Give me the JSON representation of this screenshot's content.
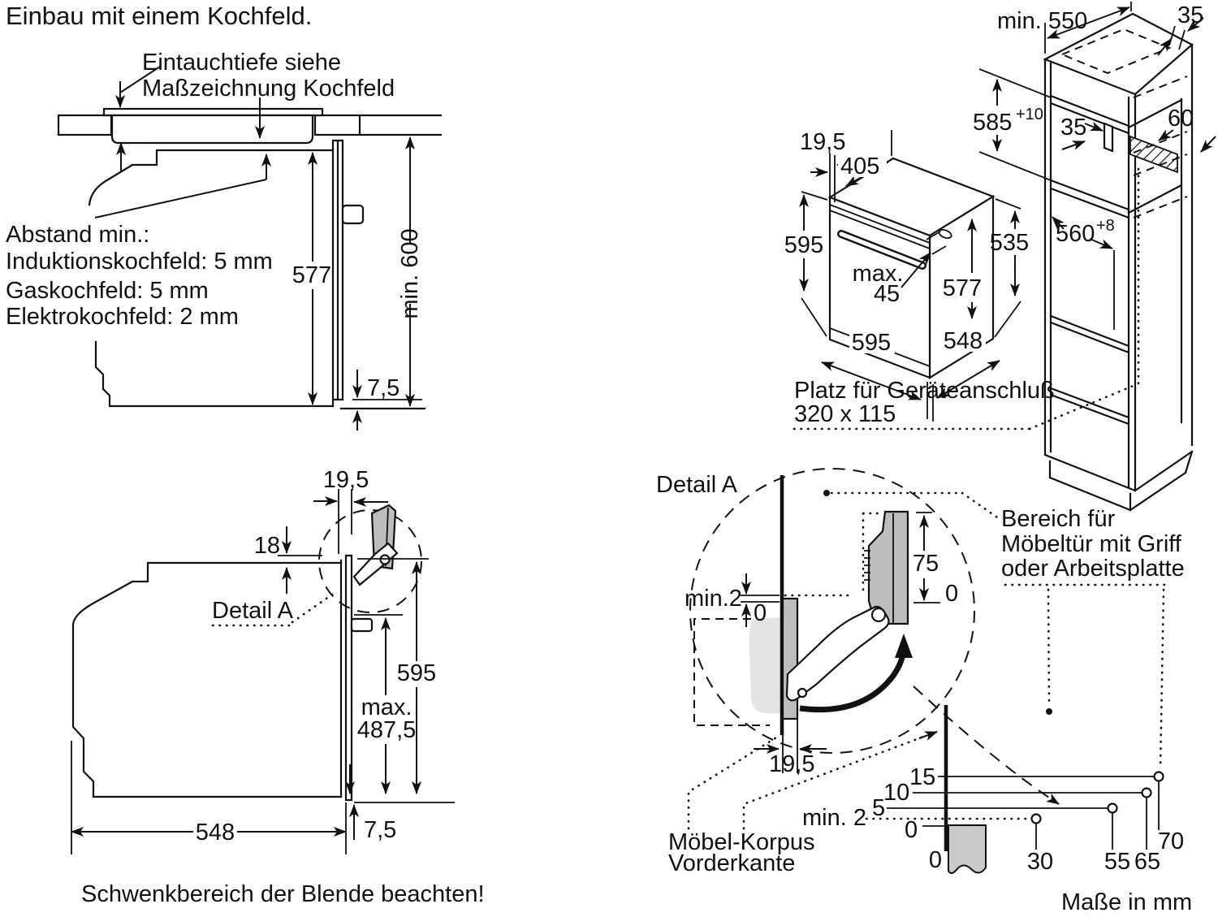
{
  "title": "Einbau mit einem Kochfeld.",
  "hob_section": {
    "note_line1": "Eintauchtiefe siehe",
    "note_line2": "Maßzeichnung Kochfeld",
    "clearance_title": "Abstand min.:",
    "clearance_induction": "Induktionskochfeld: 5 mm",
    "clearance_gas": "Gaskochfeld: 5 mm",
    "clearance_electric": "Elektrokochfeld: 2 mm",
    "dim_height": "577",
    "dim_min_total": "min. 600",
    "dim_gap": "7,5"
  },
  "niche_iso": {
    "dim_depth_min": "min. 550",
    "dim_wall_top": "35",
    "dim_niche_height": "585",
    "dim_niche_height_tol": "+10",
    "dim_slot": "35",
    "dim_vent": "60",
    "dim_front_offset": "19,5",
    "dim_top_depth": "405",
    "dim_oven_height": "595",
    "dim_max_label": "max.",
    "dim_max_value": "45",
    "dim_inner_height": "577",
    "dim_side_height": "535",
    "dim_niche_depth": "560",
    "dim_niche_depth_tol": "+8",
    "dim_width": "595",
    "dim_body_depth": "548",
    "conn_note_line1": "Platz für Geräteanschluß",
    "conn_note_line2": "320 x 115"
  },
  "side_section": {
    "dim_front_offset": "19,5",
    "dim_top_gap": "18",
    "detail_label": "Detail A",
    "dim_height": "595",
    "dim_max_label": "max.",
    "dim_max_value": "487,5",
    "dim_depth": "548",
    "dim_gap": "7,5",
    "caption": "Schwenkbereich der Blende beachten!"
  },
  "detail_a": {
    "label": "Detail A",
    "dim_min_gap": "min.2",
    "zero_front": "0",
    "dim_door_travel": "75",
    "zero_door": "0",
    "dim_front_offset": "19,5",
    "area_note_line1": "Bereich für",
    "area_note_line2": "Möbeltür mit Griff",
    "area_note_line3": "oder Arbeitsplatte",
    "korpus_line1": "Möbel-Korpus",
    "korpus_line2": "Vorderkante",
    "scale": {
      "y": [
        "15",
        "10",
        "5",
        "min. 2",
        "0"
      ],
      "origin": "0",
      "x": [
        "30",
        "55",
        "65",
        "70"
      ]
    },
    "units_note": "Maße in mm"
  }
}
